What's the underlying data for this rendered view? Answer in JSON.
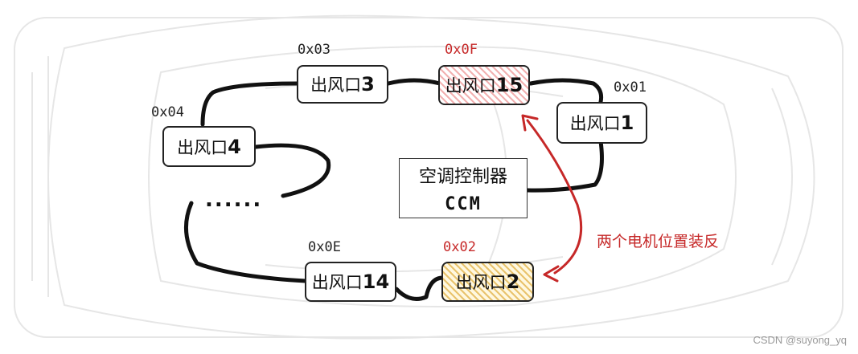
{
  "outlets": [
    {
      "id": "outlet-3",
      "label": "出风口",
      "num": "3",
      "addr": "0x03",
      "addr_color": "black",
      "fill": "none"
    },
    {
      "id": "outlet-15",
      "label": "出风口",
      "num": "15",
      "addr": "0x0F",
      "addr_color": "red",
      "fill": "red"
    },
    {
      "id": "outlet-1",
      "label": "出风口",
      "num": "1",
      "addr": "0x01",
      "addr_color": "black",
      "fill": "none"
    },
    {
      "id": "outlet-4",
      "label": "出风口",
      "num": "4",
      "addr": "0x04",
      "addr_color": "black",
      "fill": "none"
    },
    {
      "id": "outlet-14",
      "label": "出风口",
      "num": "14",
      "addr": "0x0E",
      "addr_color": "black",
      "fill": "none"
    },
    {
      "id": "outlet-2",
      "label": "出风口",
      "num": "2",
      "addr": "0x02",
      "addr_color": "red",
      "fill": "yellow"
    }
  ],
  "controller": {
    "title": "空调控制器",
    "subtitle": "CCM"
  },
  "ellipsis": "......",
  "note": "两个电机位置装反",
  "watermark": "CSDN @suyong_yq",
  "colors": {
    "accent_red": "#c62828",
    "highlight_red": "#f2b1b1",
    "highlight_yellow": "#e9c36d"
  }
}
